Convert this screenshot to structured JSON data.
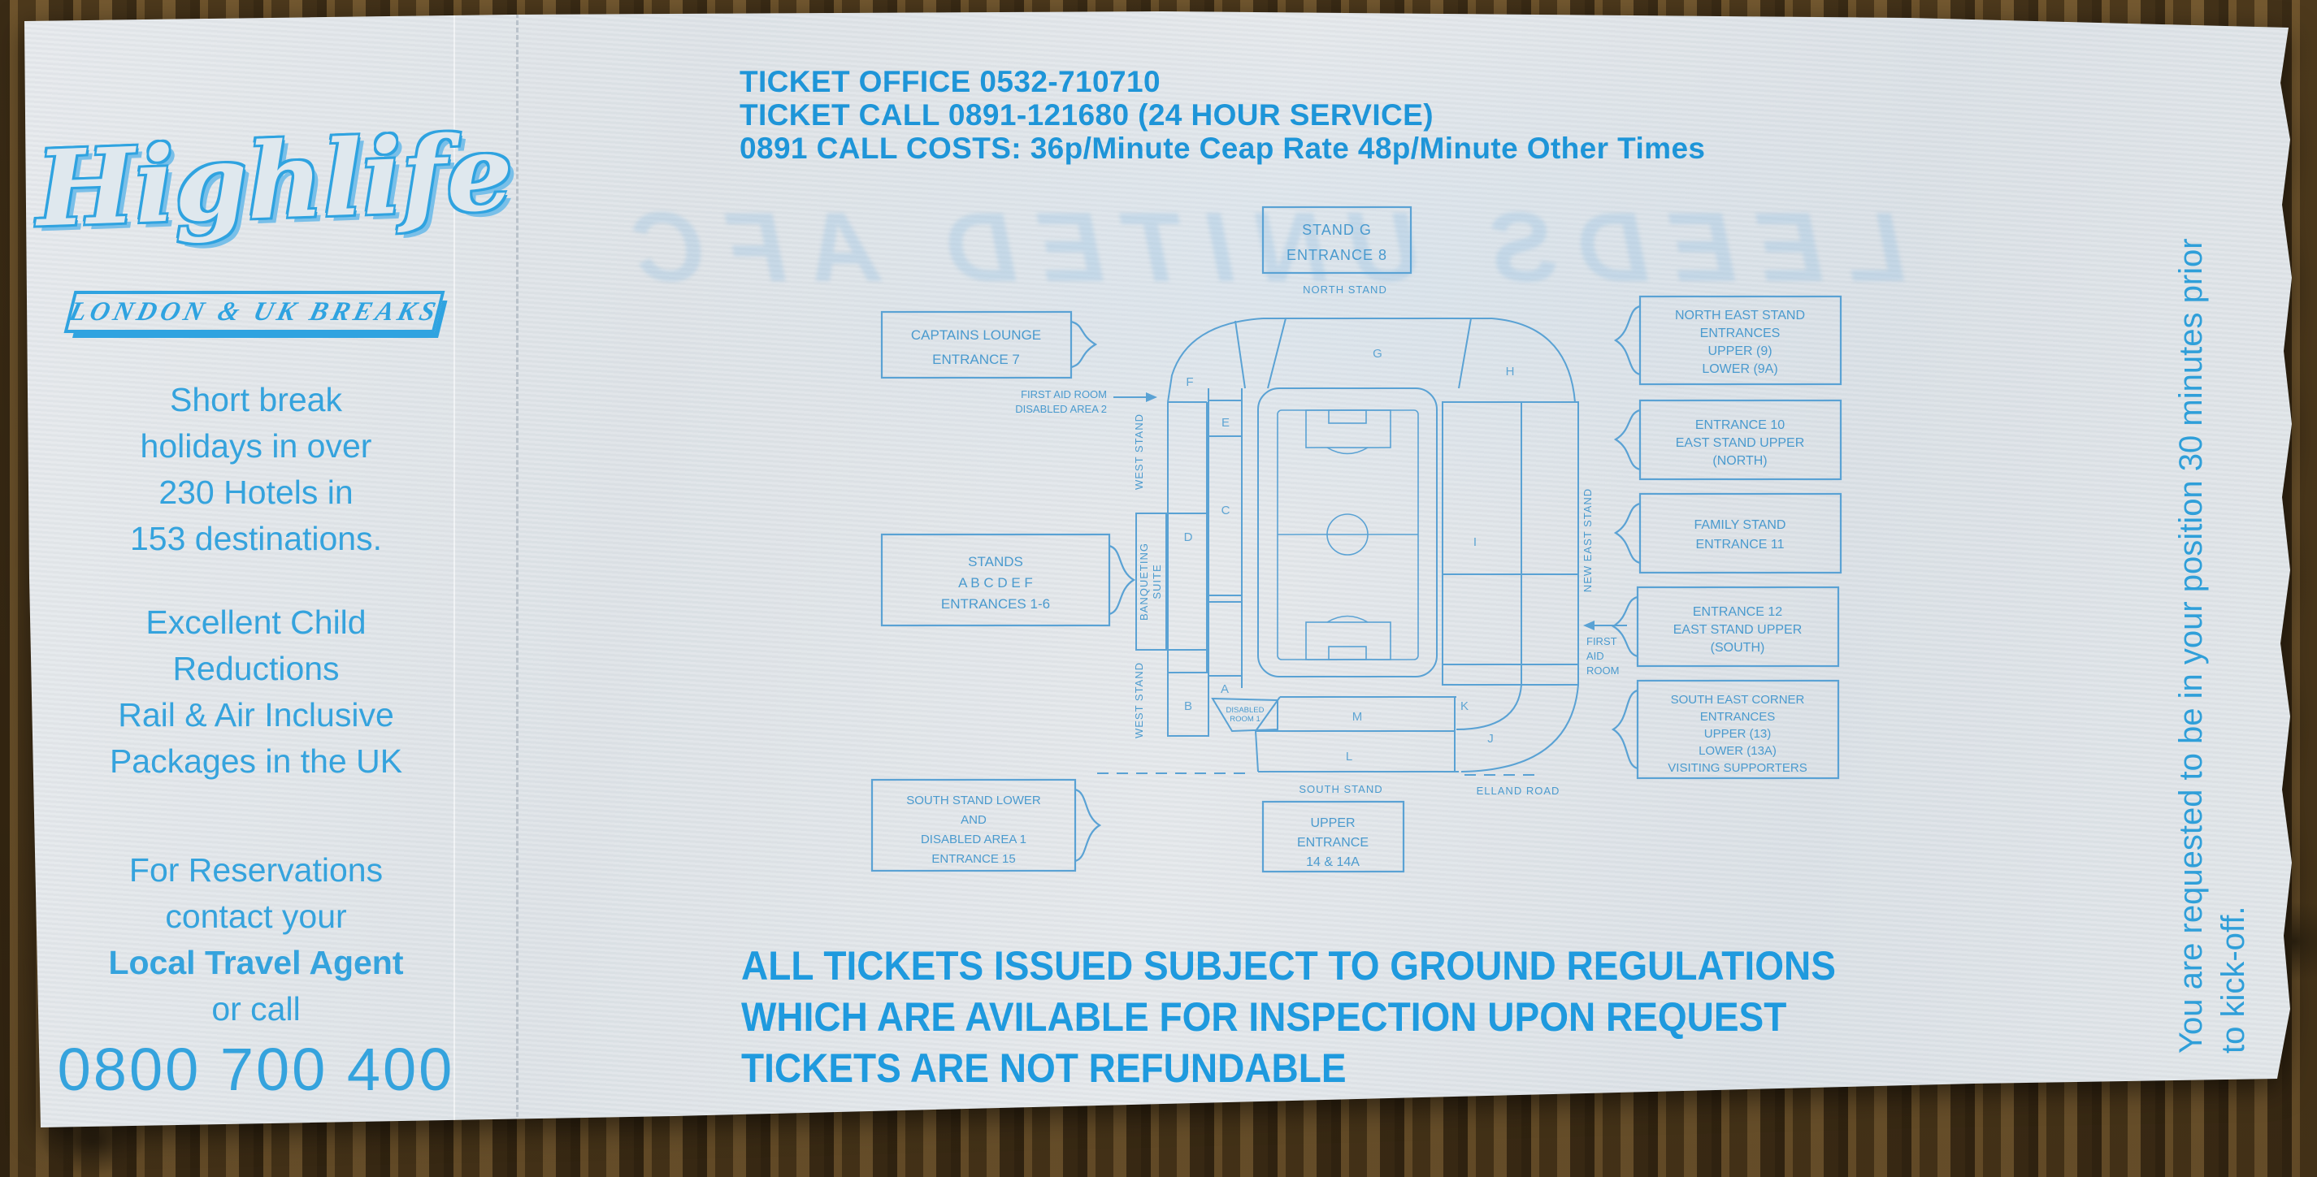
{
  "colors": {
    "ink_header": "#1e95d8",
    "ink_stub": "#35a3dd",
    "ink_map": "#4a9ace",
    "paper": "#e3e7ea",
    "wood": "#55401f"
  },
  "header": {
    "lines": [
      "TICKET OFFICE 0532-710710",
      "TICKET CALL 0891-121680 (24 HOUR SERVICE)",
      "0891 CALL COSTS: 36p/Minute Ceap Rate  48p/Minute Other Times"
    ]
  },
  "stub": {
    "brand": "Highlife",
    "brand_sub": "LONDON & UK BREAKS",
    "para1_lines": [
      "Short break",
      "holidays in over",
      "230 Hotels in",
      "153 destinations."
    ],
    "para2_lines": [
      "Excellent Child",
      "Reductions",
      "Rail & Air Inclusive",
      "Packages in the UK"
    ],
    "para3_line1": "For Reservations",
    "para3_line2": "contact your",
    "para3_bold": "Local Travel Agent",
    "para3_line4": "or call",
    "phone": "0800 700 400"
  },
  "watermark": "LEEDS UNITED AFC",
  "map": {
    "stand_g": [
      "STAND G",
      "ENTRANCE 8"
    ],
    "north_stand": "NORTH STAND",
    "captains": [
      "CAPTAINS LOUNGE",
      "ENTRANCE 7"
    ],
    "first_aid_west": [
      "FIRST AID ROOM",
      "DISABLED AREA 2"
    ],
    "stands_abcdef": [
      "STANDS",
      "A B C D E F",
      "ENTRANCES 1-6"
    ],
    "banqueting": [
      "BANQUETING",
      "SUITE"
    ],
    "west_stand_upper": "WEST STAND",
    "west_stand_lower": "WEST STAND",
    "new_east_stand": "NEW EAST STAND",
    "first_aid_east": [
      "FIRST",
      "AID",
      "ROOM"
    ],
    "south_lower": [
      "SOUTH STAND LOWER",
      "AND",
      "DISABLED AREA 1",
      "ENTRANCE 15"
    ],
    "south_stand": "SOUTH STAND",
    "elland_road": "ELLAND ROAD",
    "upper_entrance": [
      "UPPER",
      "ENTRANCE",
      "14 & 14A"
    ],
    "disabled_room": [
      "DISABLED",
      "ROOM 1"
    ],
    "right_boxes": [
      {
        "lines": [
          "NORTH EAST STAND",
          "ENTRANCES",
          "UPPER (9)",
          "LOWER (9A)"
        ]
      },
      {
        "lines": [
          "ENTRANCE 10",
          "EAST STAND UPPER",
          "(NORTH)"
        ]
      },
      {
        "lines": [
          "FAMILY STAND",
          "ENTRANCE 11"
        ]
      },
      {
        "lines": [
          "ENTRANCE 12",
          "EAST STAND UPPER",
          "(SOUTH)"
        ]
      },
      {
        "lines": [
          "SOUTH EAST CORNER",
          "ENTRANCES",
          "UPPER (13)",
          "LOWER (13A)",
          "VISITING SUPPORTERS"
        ]
      }
    ],
    "letters": {
      "A": "A",
      "B": "B",
      "C": "C",
      "D": "D",
      "E": "E",
      "F": "F",
      "G": "G",
      "H": "H",
      "I": "I",
      "J": "J",
      "K": "K",
      "L": "L",
      "M": "M"
    }
  },
  "footer": {
    "lines": [
      "ALL TICKETS ISSUED SUBJECT TO GROUND REGULATIONS",
      "WHICH ARE AVILABLE FOR INSPECTION UPON REQUEST",
      "TICKETS ARE NOT REFUNDABLE"
    ]
  },
  "side_note": {
    "lines": [
      "You are requested to be in your position 30 minutes prior",
      "to kick-off."
    ]
  }
}
